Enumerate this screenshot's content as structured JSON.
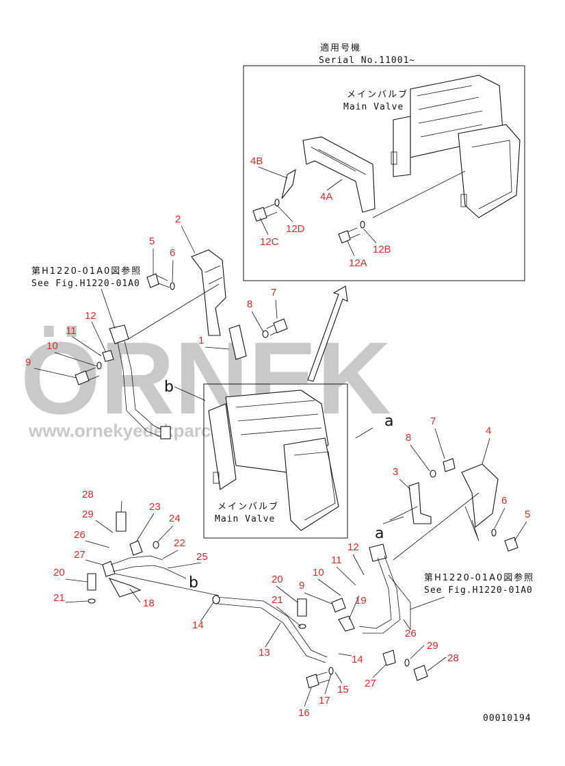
{
  "serial": {
    "jp": "適用号機",
    "en": "Serial No.11001~"
  },
  "inset_upper": {
    "valve_jp": "メインバルブ",
    "valve_en": "Main Valve"
  },
  "inset_lower": {
    "valve_jp": "メインバルブ",
    "valve_en": "Main Valve"
  },
  "see_fig_left": {
    "jp": "第H1220-01A0図参照",
    "en": "See Fig.H1220-01A0"
  },
  "see_fig_right": {
    "jp": "第H1220-01A0図参照",
    "en": "See Fig.H1220-01A0"
  },
  "view_letters": {
    "a_right": "a",
    "a_lower": "a",
    "b_left": "b",
    "b_lower": "b"
  },
  "watermark": {
    "brand": "ÖRNEK",
    "url": "www.ornekyedekparcalari.com.tr"
  },
  "drawing_number": "00010194",
  "callouts": [
    "4B",
    "4A",
    "12D",
    "12C",
    "12A",
    "12B",
    "2",
    "5",
    "6",
    "7",
    "8",
    "1",
    "12",
    "11",
    "10",
    "9",
    "4",
    "7",
    "8",
    "3",
    "6",
    "5",
    "28",
    "29",
    "23",
    "24",
    "26",
    "22",
    "27",
    "25",
    "20",
    "21",
    "18",
    "14",
    "13",
    "20",
    "21",
    "9",
    "10",
    "11",
    "12",
    "19",
    "26",
    "29",
    "28",
    "27",
    "14",
    "15",
    "17",
    "16"
  ]
}
